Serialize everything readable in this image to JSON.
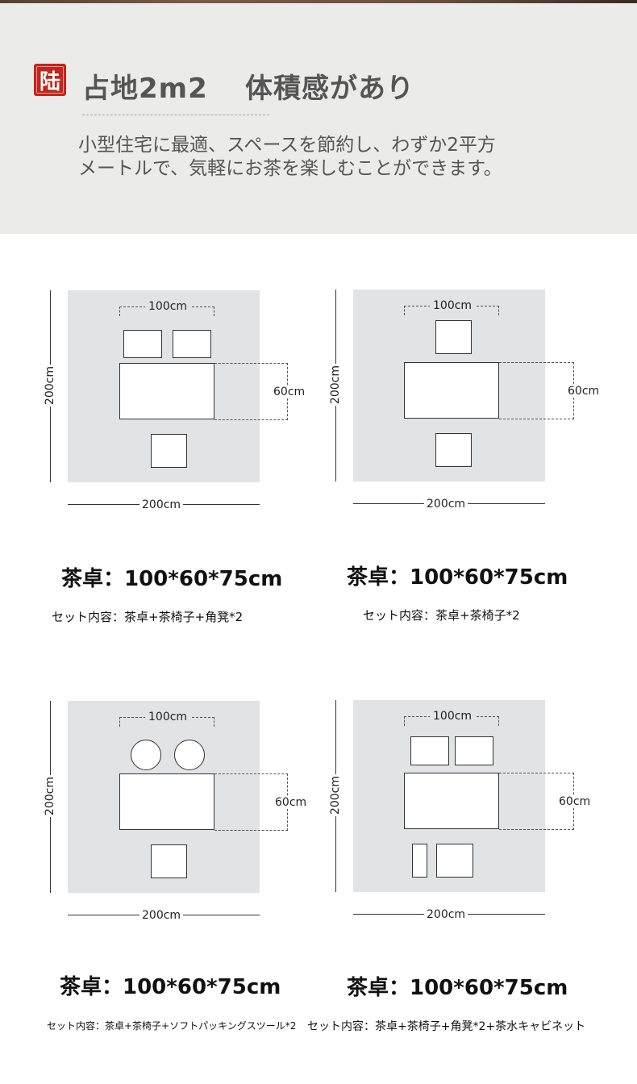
{
  "header": {
    "seal_char": "陆",
    "title": "占地2m2",
    "subtitle": "体積感があり",
    "description": "小型住宅に最適、スペースを節約し、わずか2平方メートルで、気軽にお茶を楽しむことができます。"
  },
  "layouts": [
    {
      "width_label": "100cm",
      "depth_label": "60cm",
      "room_height_label": "200cm",
      "room_width_label": "200cm",
      "spec": "茶卓：100*60*75cm",
      "set": "セット内容：茶卓+茶椅子+角凳*2"
    },
    {
      "width_label": "100cm",
      "depth_label": "60cm",
      "room_height_label": "200cm",
      "room_width_label": "200cm",
      "spec": "茶卓：100*60*75cm",
      "set": "セット内容：茶卓+茶椅子*2"
    },
    {
      "width_label": "100cm",
      "depth_label": "60cm",
      "room_height_label": "200cm",
      "room_width_label": "200cm",
      "spec": "茶卓：100*60*75cm",
      "set": "セット内容：茶卓+茶椅子+ソフトパッキングスツール*2"
    },
    {
      "width_label": "100cm",
      "depth_label": "60cm",
      "room_height_label": "200cm",
      "room_width_label": "200cm",
      "spec": "茶卓：100*60*75cm",
      "set": "セット内容：茶卓+茶椅子+角凳*2+茶水キャビネット"
    }
  ]
}
